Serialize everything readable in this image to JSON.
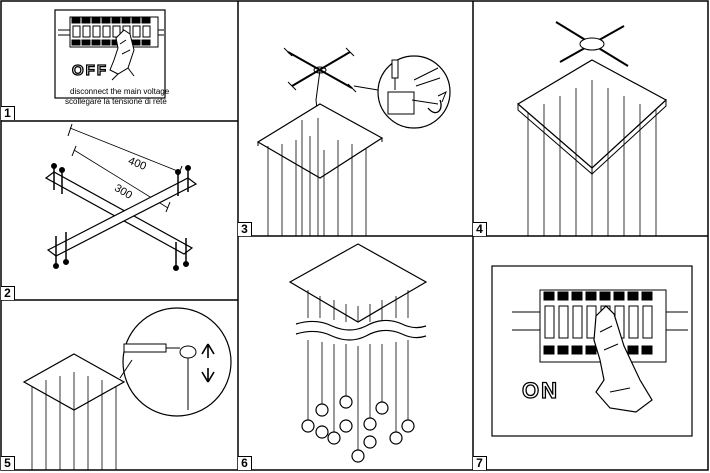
{
  "steps": [
    {
      "number": "1",
      "switch_label": "OFF",
      "caption_line1": "disconnect the main voltage",
      "caption_line2": "scollegare la tensione di rete"
    },
    {
      "number": "2",
      "dim_outer": "400",
      "dim_inner": "300"
    },
    {
      "number": "3"
    },
    {
      "number": "4"
    },
    {
      "number": "5"
    },
    {
      "number": "6"
    },
    {
      "number": "7",
      "switch_label": "ON"
    }
  ]
}
